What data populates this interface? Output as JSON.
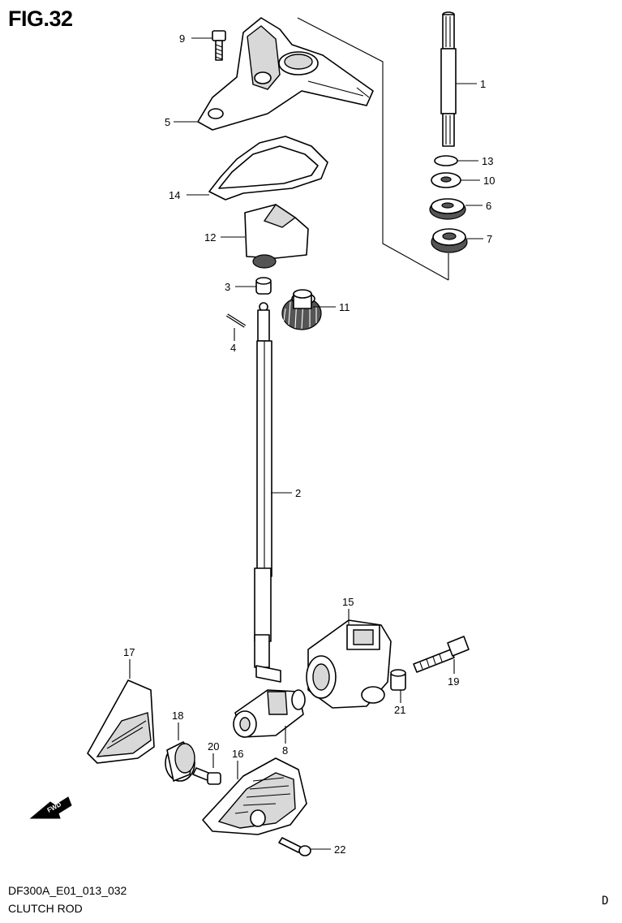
{
  "figure": {
    "title": "FIG.32",
    "code": "DF300A_E01_013_032",
    "name": "CLUTCH ROD",
    "corner_mark": "D",
    "fwd_label": "FWD"
  },
  "callouts": {
    "c1": "1",
    "c2": "2",
    "c3": "3",
    "c4": "4",
    "c5": "5",
    "c6": "6",
    "c7": "7",
    "c8": "8",
    "c9": "9",
    "c10": "10",
    "c11": "11",
    "c12": "12",
    "c13": "13",
    "c14": "14",
    "c15": "15",
    "c16": "16",
    "c17": "17",
    "c18": "18",
    "c19": "19",
    "c20": "20",
    "c21": "21",
    "c22": "22"
  }
}
